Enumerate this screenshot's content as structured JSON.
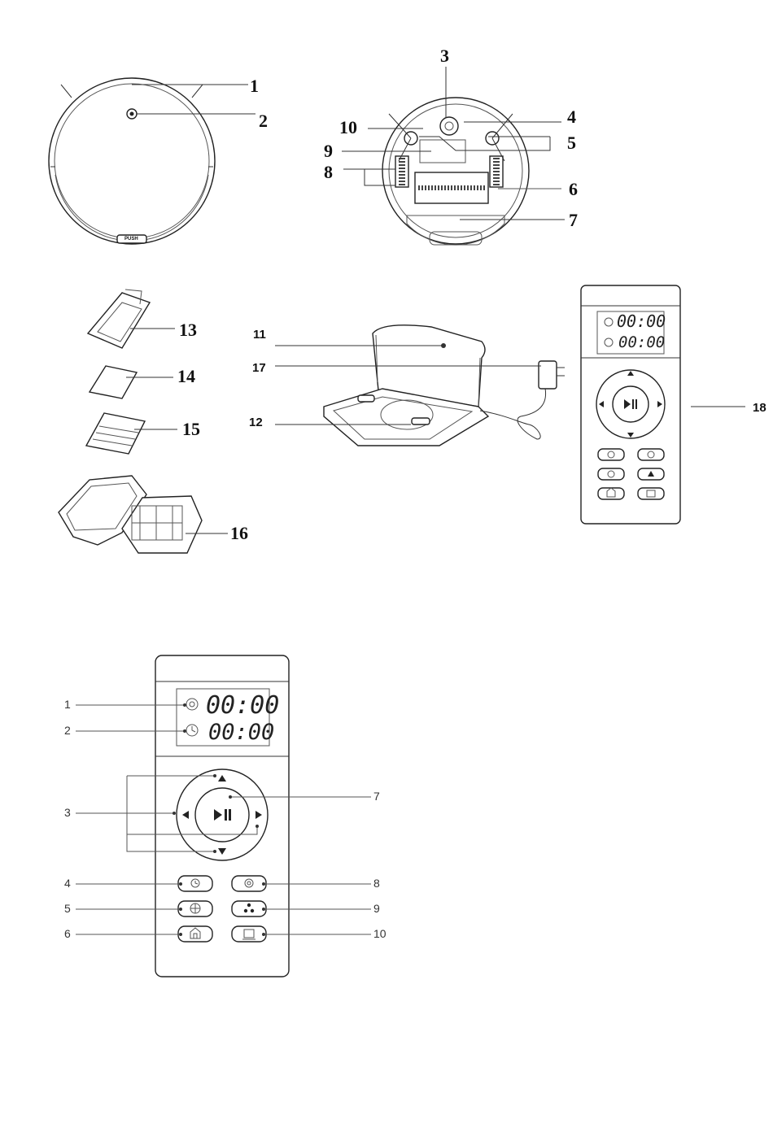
{
  "robot_top": {
    "callouts": [
      "1",
      "2"
    ],
    "bumper_text": "PUSH"
  },
  "robot_bottom": {
    "callouts": [
      "3",
      "4",
      "5",
      "6",
      "7",
      "8",
      "9",
      "10"
    ]
  },
  "accessories": {
    "callouts": [
      "13",
      "14",
      "15",
      "16"
    ]
  },
  "dock": {
    "callouts": [
      "11",
      "17",
      "12"
    ]
  },
  "remote_small": {
    "callout": "18",
    "display_time_1": "00:00",
    "display_time_2": "00:00"
  },
  "remote_large": {
    "callouts_left": [
      "1",
      "2",
      "3",
      "4",
      "5",
      "6"
    ],
    "callouts_right": [
      "7",
      "8",
      "9",
      "10"
    ],
    "display_time_1": "00:00",
    "display_time_2": "00:00"
  }
}
